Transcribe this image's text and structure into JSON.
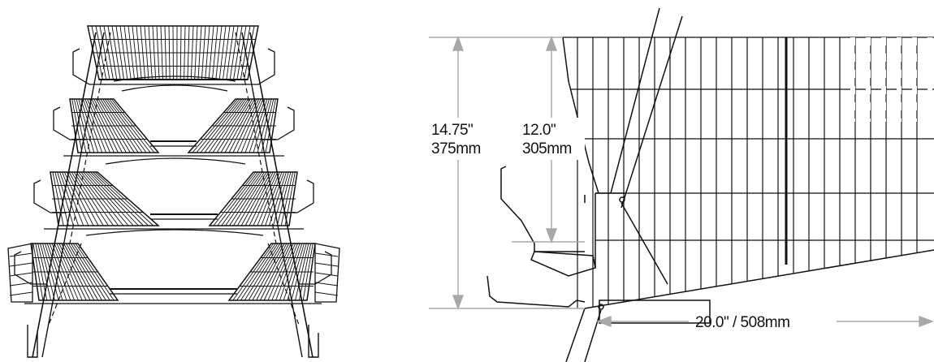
{
  "diagram": {
    "colors": {
      "line": "#111111",
      "dimension": "#a8a8a8",
      "background": "#ffffff"
    },
    "dimensions": {
      "total_height_in": "14.75\"",
      "total_height_mm": "375mm",
      "front_height_in": "12.0\"",
      "front_height_mm": "305mm",
      "depth": "20.0\" / 508mm"
    }
  }
}
